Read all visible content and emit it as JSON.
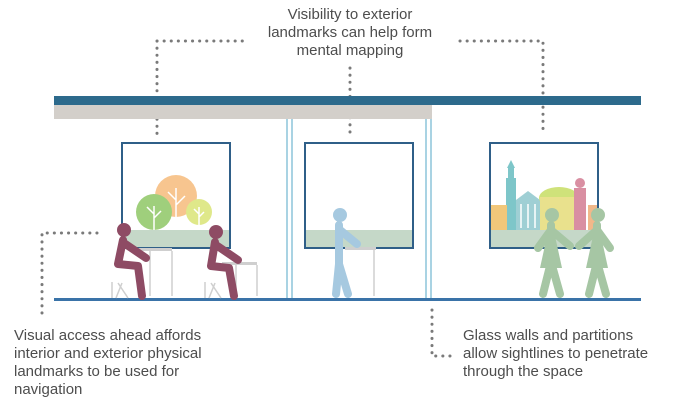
{
  "captions": {
    "top": [
      "Visibility to exterior",
      "landmarks can help form",
      "mental mapping"
    ],
    "left": [
      "Visual access ahead affords",
      "interior and exterior physical",
      "landmarks to be used for",
      "navigation"
    ],
    "right": [
      "Glass walls and partitions",
      "allow sightlines to penetrate",
      "through the space"
    ]
  },
  "colors": {
    "ceiling": "#2d6a8c",
    "soffit": "#d3cfca",
    "floor": "#3a73a8",
    "window_frame": "#2f5f88",
    "glass_partition": "#a9d3e3",
    "sill_band": "#c5d8c8",
    "seated_figure": "#8e4b64",
    "desk": "#cfcfcf",
    "standing_figure": "#a6c9e0",
    "walking_figures": "#a6c6a4",
    "dotted_line": "#7a7a7a",
    "caption_text": "#4d4d4d"
  },
  "icons": [
    "trees",
    "cityscape-landmarks",
    "seated-person",
    "standing-person",
    "walking-people"
  ]
}
